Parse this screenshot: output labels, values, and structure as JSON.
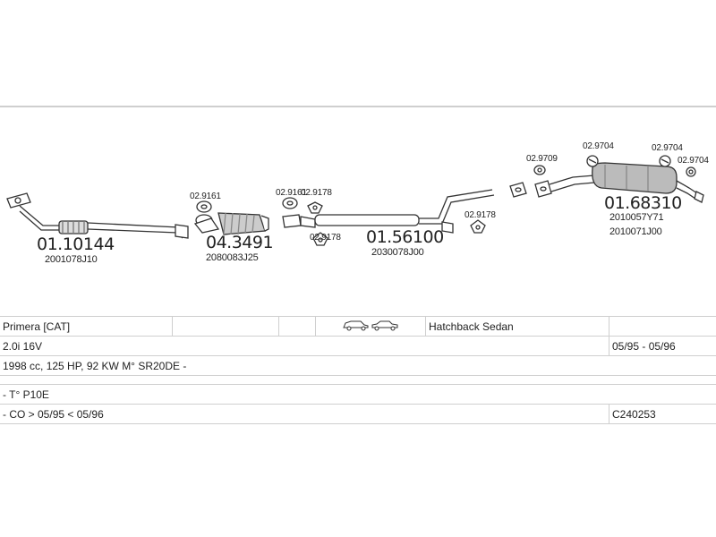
{
  "diagram": {
    "parts": [
      {
        "number": "01.10144",
        "code": "2001078J10"
      },
      {
        "number": "04.3491",
        "code": "2080083J25"
      },
      {
        "number": "01.56100",
        "code": "2030078J00"
      },
      {
        "number": "01.68310",
        "codes": [
          "2010057Y71",
          "2010071J00"
        ]
      }
    ],
    "small_labels": [
      "02.9161",
      "02.9161",
      "02.9178",
      "02.9178",
      "02.9178",
      "02.9709",
      "02.9704",
      "02.9704",
      "02.9704"
    ]
  },
  "info": {
    "model": "Primera  [CAT]",
    "body_types": "Hatchback Sedan",
    "engine": "2.0i 16V",
    "dates": "05/95 - 05/96",
    "spec": "1998 cc, 125 HP, 92 KW M° SR20DE -",
    "type": "- T° P10E",
    "co": "- CO > 05/95 < 05/96",
    "catalog": "C240253"
  }
}
